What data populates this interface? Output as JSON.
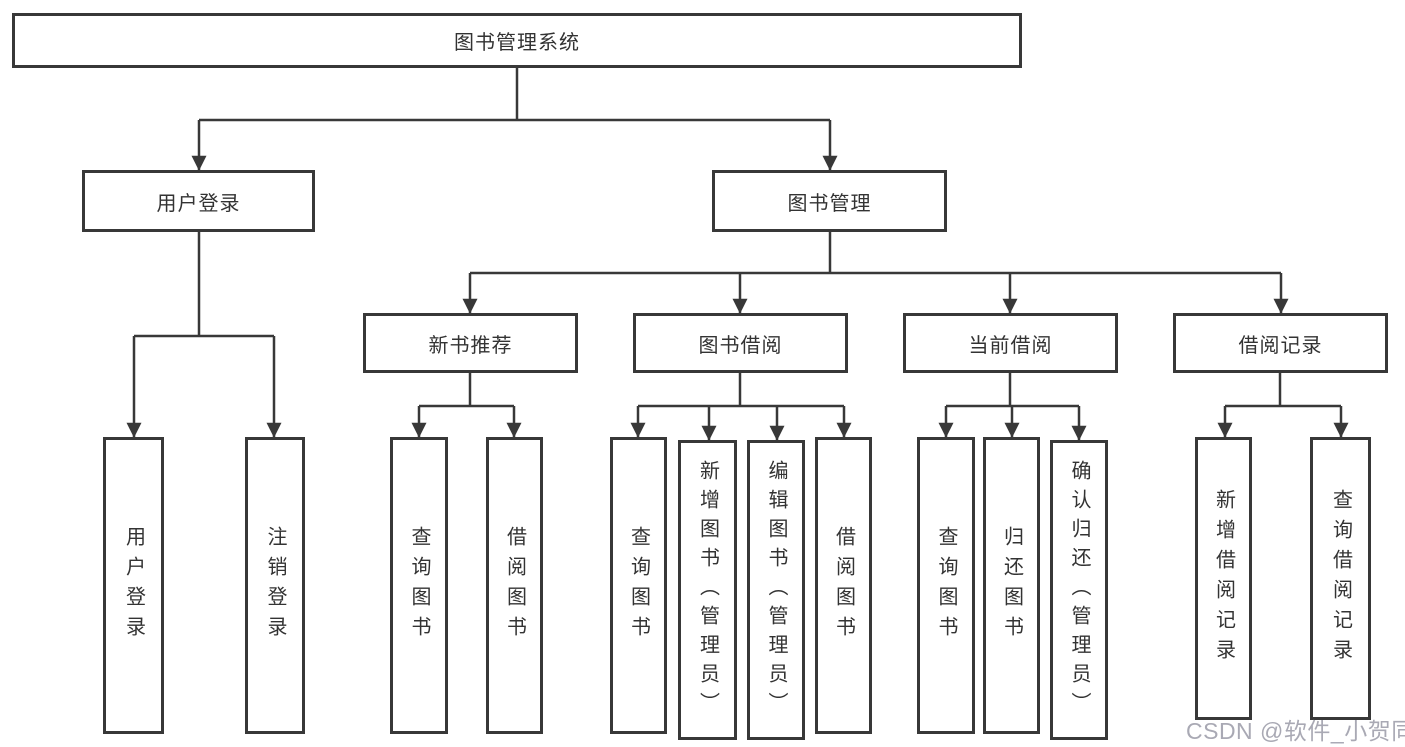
{
  "tree": {
    "label": "图书管理系统",
    "children": [
      {
        "label": "用户登录",
        "children": [
          {
            "label": "用户登录"
          },
          {
            "label": "注销登录"
          }
        ]
      },
      {
        "label": "图书管理",
        "children": [
          {
            "label": "新书推荐",
            "children": [
              {
                "label": "查询图书"
              },
              {
                "label": "借阅图书"
              }
            ]
          },
          {
            "label": "图书借阅",
            "children": [
              {
                "label": "查询图书"
              },
              {
                "label": "新增图书（管理员）"
              },
              {
                "label": "编辑图书（管理员）"
              },
              {
                "label": "借阅图书"
              }
            ]
          },
          {
            "label": "当前借阅",
            "children": [
              {
                "label": "查询图书"
              },
              {
                "label": "归还图书"
              },
              {
                "label": "确认归还（管理员）"
              }
            ]
          },
          {
            "label": "借阅记录",
            "children": [
              {
                "label": "新增借阅记录"
              },
              {
                "label": "查询借阅记录"
              }
            ]
          }
        ]
      }
    ]
  },
  "watermark": {
    "text": "CSDN @软件_小贺同学"
  },
  "colors": {
    "line": "#383838",
    "box_border": "#383838",
    "text": "#333333",
    "background": "#ffffff",
    "watermark": "#a9a9b4"
  }
}
